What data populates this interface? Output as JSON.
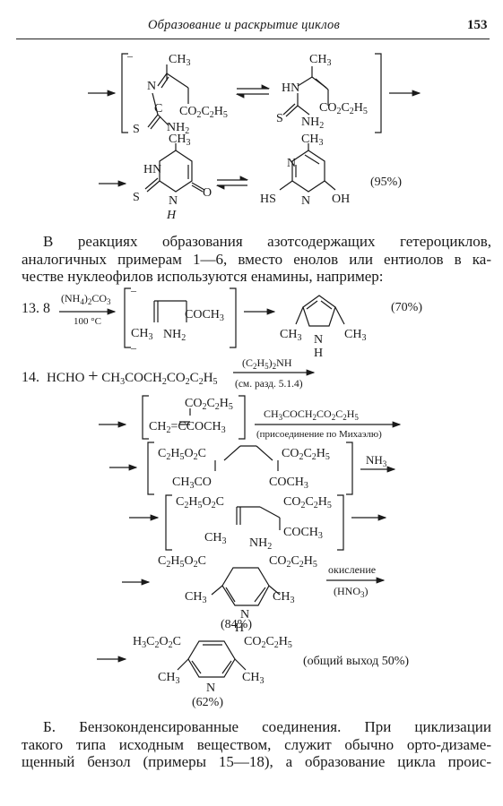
{
  "header": {
    "title": "Образование и раскрытие циклов",
    "page": "153"
  },
  "scheme_top": {
    "yield": "(95%)"
  },
  "para1": [
    "В реакциях образования азотсодержащих гетероциклов,",
    "аналогичных примерам 1—6, вместо енолов или ентиолов в ка-",
    "честве нуклеофилов используются енамины, например:"
  ],
  "ex13": {
    "number": "13. 8",
    "reagent": "(NH4)2CO3",
    "condition": "100 °C",
    "yield": "(70%)"
  },
  "ex14": {
    "number": "14.",
    "reagents_line": "HCHO + CH3COCH2CO2C2H5",
    "catalyst": "(C2H5)2NH",
    "ref": "(см. разд. 5.1.4)",
    "michael_reagent": "CH3COCH2CO2C2H5",
    "michael_note": "(присоединение по Михаэлю)",
    "nh3": "NH3",
    "oxidation": "окисление",
    "oxidant": "(HNO3)",
    "yield_dhp": "(84%)",
    "yield_py": "(62%)",
    "overall": "(общий выход 50%)"
  },
  "para2": [
    "Б. Бензоконденсированные соединения. При циклизации",
    "такого типа исходным веществом, служит обычно орто-дизаме-",
    "щенный бензол (примеры 15—18), а образование цикла проис-"
  ]
}
